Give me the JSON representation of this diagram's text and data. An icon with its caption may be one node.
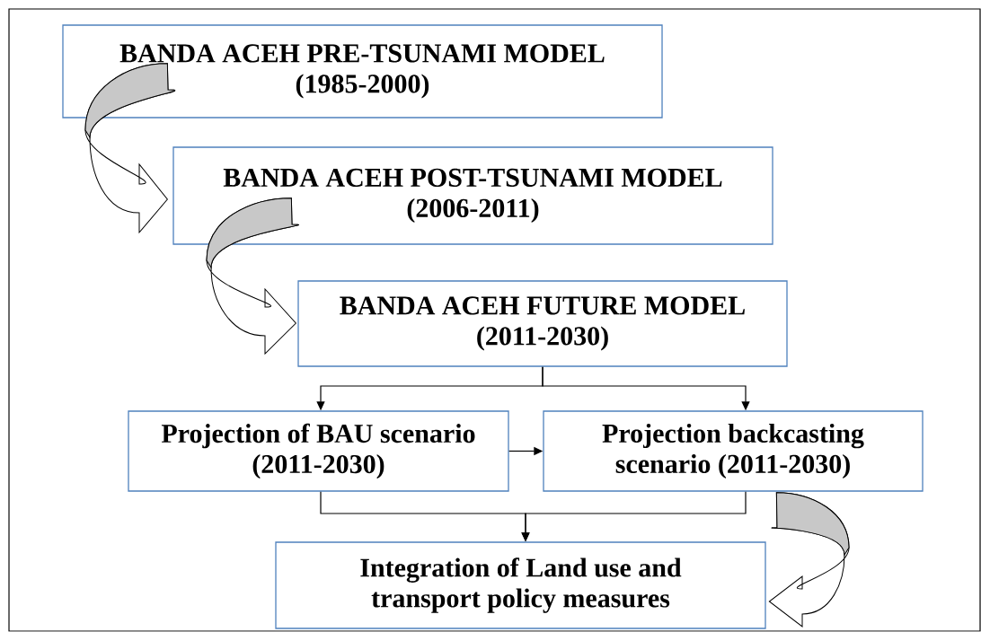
{
  "diagram": {
    "nodes": [
      {
        "text": [
          "BANDA ACEH PRE-TSUNAMI MODEL (1985-2000)"
        ]
      },
      {
        "text": [
          "BANDA ACEH POST-TSUNAMI MODEL (2006-2011)"
        ]
      },
      {
        "text": [
          "BANDA ACEH FUTURE MODEL (2011-2030)"
        ]
      },
      {
        "text": [
          "Projection of BAU scenario (2011-2030)"
        ]
      },
      {
        "text": [
          "Projection backcasting scenario (2011-2030)"
        ]
      },
      {
        "text": [
          "Integration of Land use and transport policy measures"
        ]
      }
    ],
    "edges": [
      {
        "from": 0,
        "to": 1,
        "arrow": "to",
        "style": "thick"
      },
      {
        "from": 1,
        "to": 2,
        "arrow": "to",
        "style": "thick"
      },
      {
        "from": 2,
        "to": 3,
        "arrow": "to"
      },
      {
        "from": 2,
        "to": 4,
        "arrow": "to"
      },
      {
        "from": 3,
        "to": 4,
        "arrow": "to"
      },
      {
        "from": 3,
        "to": 5,
        "arrow": "to"
      },
      {
        "from": 4,
        "to": 5,
        "arrow": "to"
      },
      {
        "from": 4,
        "to": 5,
        "arrow": "to",
        "style": "thick"
      }
    ]
  }
}
